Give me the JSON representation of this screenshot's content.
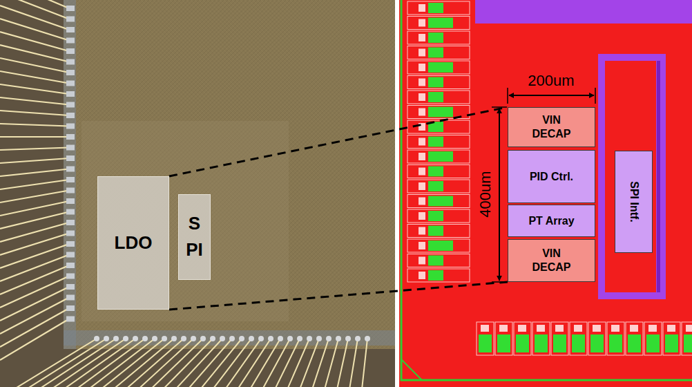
{
  "diagram": {
    "nodes": [
      {
        "text": [
          "LDO"
        ]
      },
      {
        "text": [
          "SPI"
        ]
      },
      {
        "text": [
          "VIN DECAP"
        ]
      },
      {
        "text": [
          "PID Ctrl."
        ]
      },
      {
        "text": [
          "PT Array"
        ]
      },
      {
        "text": [
          "VIN DECAP"
        ]
      },
      {
        "text": [
          "SPI Intf."
        ]
      }
    ],
    "edges": [
      {
        "from": 0,
        "to": 2,
        "arrow": "none"
      },
      {
        "from": 0,
        "to": 5,
        "arrow": "none"
      }
    ],
    "labels": [
      "200um",
      "400um"
    ]
  }
}
